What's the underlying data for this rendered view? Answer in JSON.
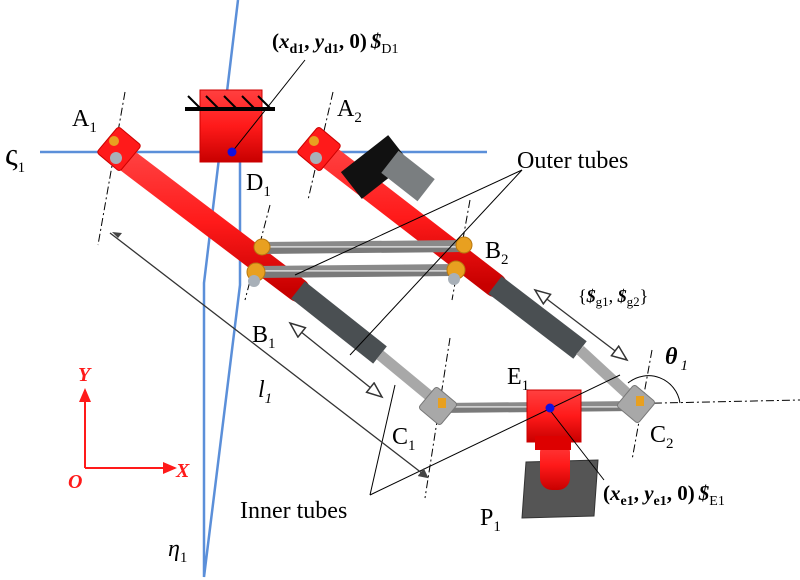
{
  "figure": {
    "title": "Parallel mechanism limb with outer and inner telescopic tubes",
    "colors": {
      "link_red": "#ff1a1a",
      "reference_blue": "#5b8fd9",
      "point_blue": "#1010e0",
      "outer_gray": "#505658",
      "inner_gray": "#b8b8b8",
      "joint_gold": "#e8a020",
      "axis_red": "#ff1a1a"
    }
  },
  "labels": {
    "A1": {
      "main": "A",
      "sub": "1"
    },
    "A2": {
      "main": "A",
      "sub": "2"
    },
    "B1": {
      "main": "B",
      "sub": "1"
    },
    "B2": {
      "main": "B",
      "sub": "2"
    },
    "C1": {
      "main": "C",
      "sub": "1"
    },
    "C2": {
      "main": "C",
      "sub": "2"
    },
    "D1": {
      "main": "D",
      "sub": "1"
    },
    "E1": {
      "main": "E",
      "sub": "1"
    },
    "P1": {
      "main": "P",
      "sub": "1"
    },
    "l1": {
      "main": "l",
      "sub": "1"
    },
    "theta1": {
      "main": "θ",
      "sub": "1"
    },
    "zeta1": {
      "main": "ς",
      "sub": "1"
    },
    "eta1": {
      "main": "η",
      "sub": "1"
    }
  },
  "annotations": {
    "outer_tubes": "Outer tubes",
    "inner_tubes": "Inner tubes",
    "screw_D1": {
      "open": "(",
      "x": "x",
      "xsub": "d1",
      "sep1": ", ",
      "y": "y",
      "ysub": "d1",
      "tail": ", 0)",
      "screw": "$",
      "screwsub": "D1"
    },
    "screw_E1": {
      "open": "(",
      "x": "x",
      "xsub": "e1",
      "sep1": ", ",
      "y": "y",
      "ysub": "e1",
      "tail": ", 0)",
      "screw": "$",
      "screwsub": "E1"
    },
    "screw_g": {
      "open": "{",
      "s1": "$",
      "s1sub": "g1",
      "sep": ", ",
      "s2": "$",
      "s2sub": "g2",
      "close": "}"
    }
  },
  "axes": {
    "x_label": "X",
    "y_label": "Y",
    "origin_label": "O"
  }
}
